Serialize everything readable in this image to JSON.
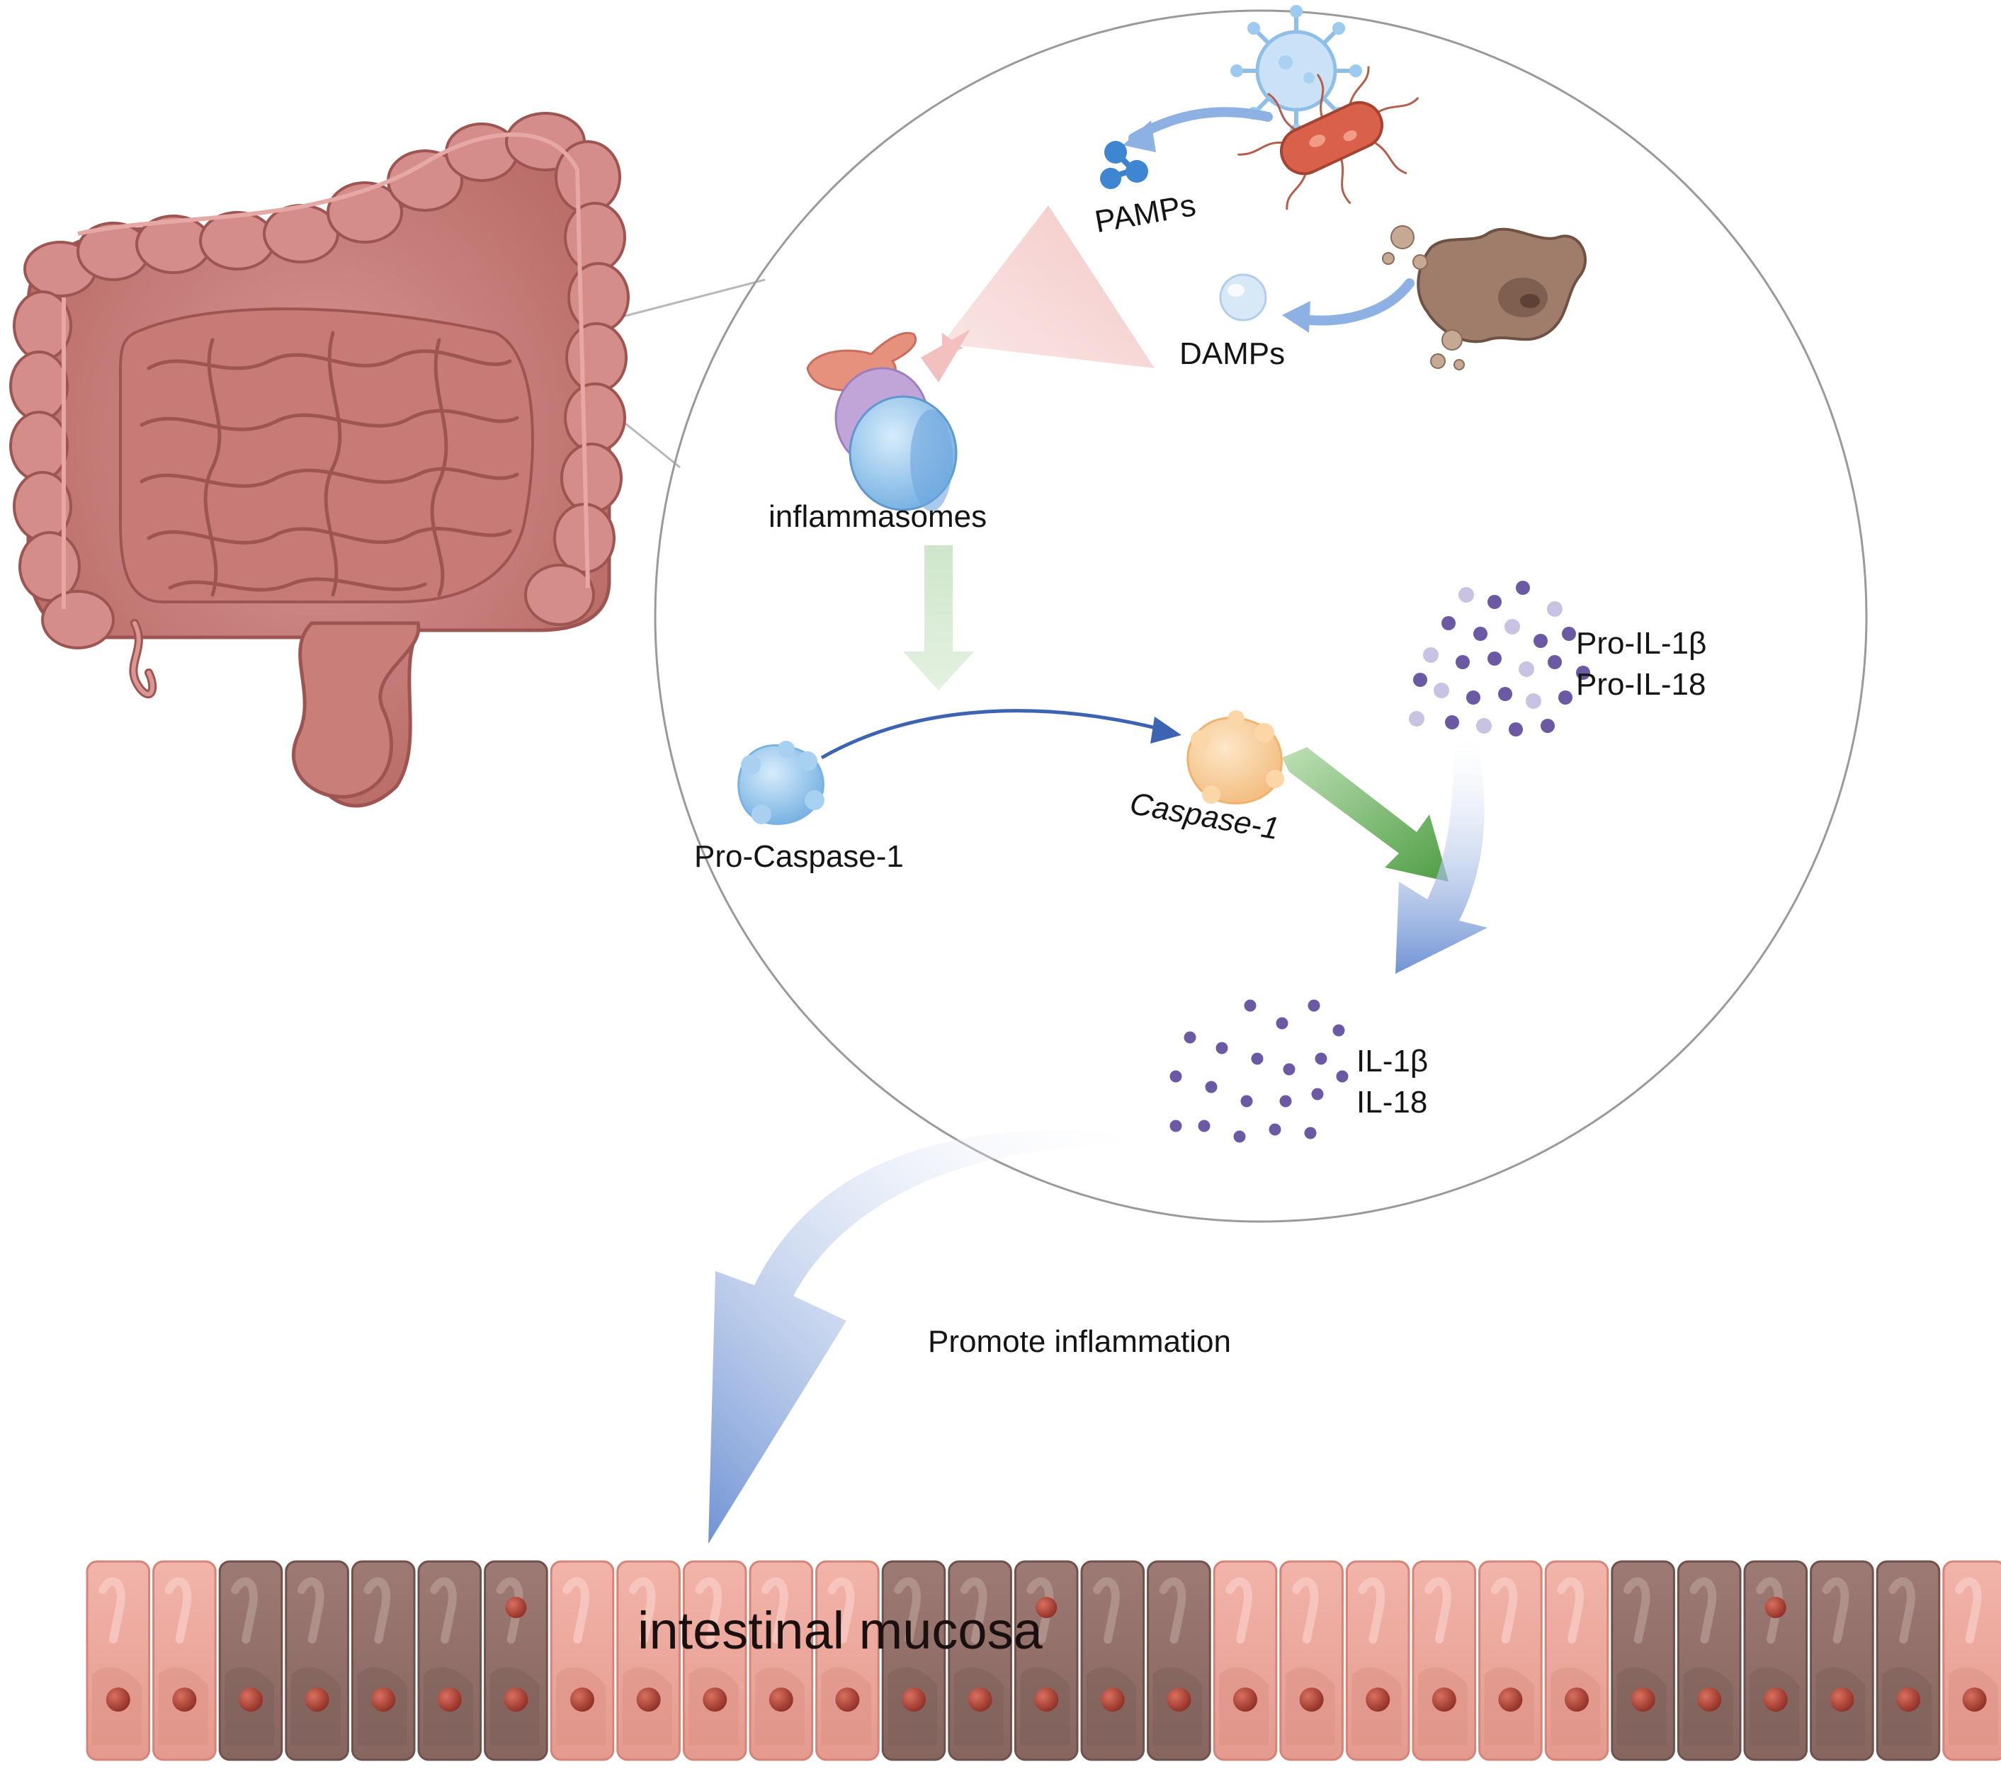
{
  "labels": {
    "pamps": "PAMPs",
    "damps": "DAMPs",
    "inflammasomes": "inflammasomes",
    "pro_caspase": "Pro-Caspase-1",
    "caspase": "Caspase-1",
    "pro_il_1b": "Pro-IL-1β",
    "pro_il_18": "Pro-IL-18",
    "il_1b": "IL-1β",
    "il_18": "IL-18",
    "promote": "Promote inflammation",
    "mucosa": "intestinal mucosa"
  },
  "colors": {
    "intestine": "#c97e7a",
    "intestine_dark": "#9e5552",
    "circle_border": "#9a9a9a",
    "green_arrow": "#5aa64f",
    "blue_arrow": "#6c8fd0",
    "blue_curve": "#3d64b3",
    "cytokine": "#6b5aa3",
    "caspase": "#f6c98f",
    "pro_caspase": "#8fc3ee",
    "cell_light": "#e6a79d",
    "cell_dark": "#8c6a63",
    "nucleus": "#a3392f"
  },
  "icons": [
    "intestine-icon",
    "virus-icon",
    "bacteria-icon",
    "damaged-cell-icon",
    "pamps-molecule-icon",
    "damps-molecule-icon",
    "inflammasome-icon",
    "pro-caspase-icon",
    "caspase-icon"
  ]
}
